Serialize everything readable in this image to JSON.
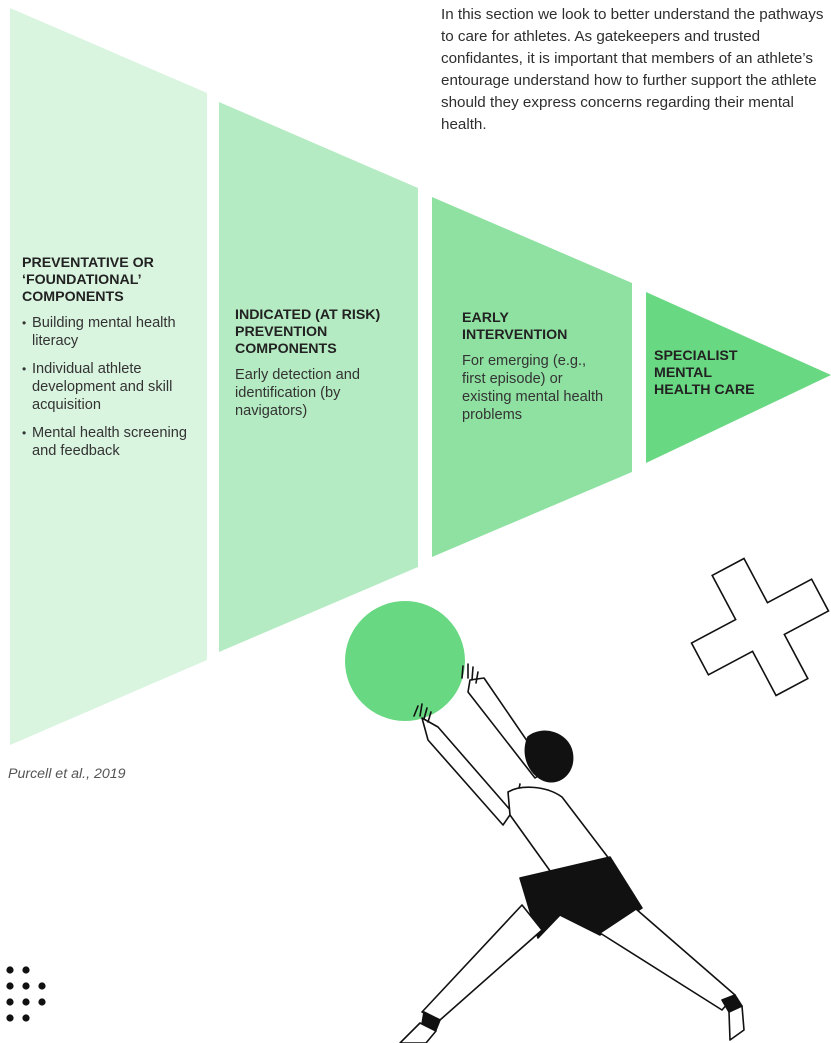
{
  "intro_text": "In this section we look to better understand the pathways to care for athletes. As gatekeepers and trusted confidantes, it is important that members of an athlete’s entourage understand how to further support the athlete should they express concerns regarding their mental health.",
  "stages": [
    {
      "heading": "PREVENTATIVE OR ‘FOUNDATIONAL’ COMPONENTS",
      "bullets": [
        "Building mental health literacy",
        "Individual athlete development and skill acquisition",
        "Mental health screening and feedback"
      ],
      "color": "#d9f4df"
    },
    {
      "heading": "INDICATED (AT RISK) PREVENTION COMPONENTS",
      "body": "Early detection and identification (by navigators)",
      "color": "#b5ebc2"
    },
    {
      "heading": "EARLY INTERVENTION",
      "body": "For emerging (e.g., first episode) or existing mental health problems",
      "color": "#8fe1a2"
    },
    {
      "heading": "SPECIALIST MENTAL HEALTH CARE",
      "color": "#69d882"
    }
  ],
  "citation": "Purcell et al., 2019",
  "colors": {
    "ball": "#69d882",
    "ink": "#111111"
  }
}
